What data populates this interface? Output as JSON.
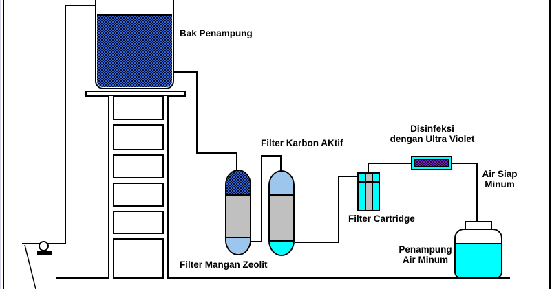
{
  "labels": {
    "tank": "Bak Penampung",
    "carbon_filter": "Filter Karbon AKtif",
    "zeolite_filter": "Filter Mangan Zeolit",
    "cartridge_filter": "Filter Cartridge",
    "uv_line1": "Disinfeksi",
    "uv_line2": "dengan Ultra Violet",
    "output_line1": "Air Siap",
    "output_line2": "Minum",
    "reservoir_line1": "Penampung",
    "reservoir_line2": "Air Minum"
  },
  "colors": {
    "pipe": "#000000",
    "tank_water_dither_light": "#3565CE",
    "tank_water_dither_dark": "#050F33",
    "uv_lamp_dither_light": "#7C1FC0",
    "uv_lamp_dither_dark": "#240640",
    "filter_body_gray": "#C0C0C0",
    "cap_light_blue": "#9DC6EF",
    "clean_water_cyan": "#00FFFF",
    "uv_housing_cyan": "#00FFFF",
    "background": "#FFFFFF"
  }
}
